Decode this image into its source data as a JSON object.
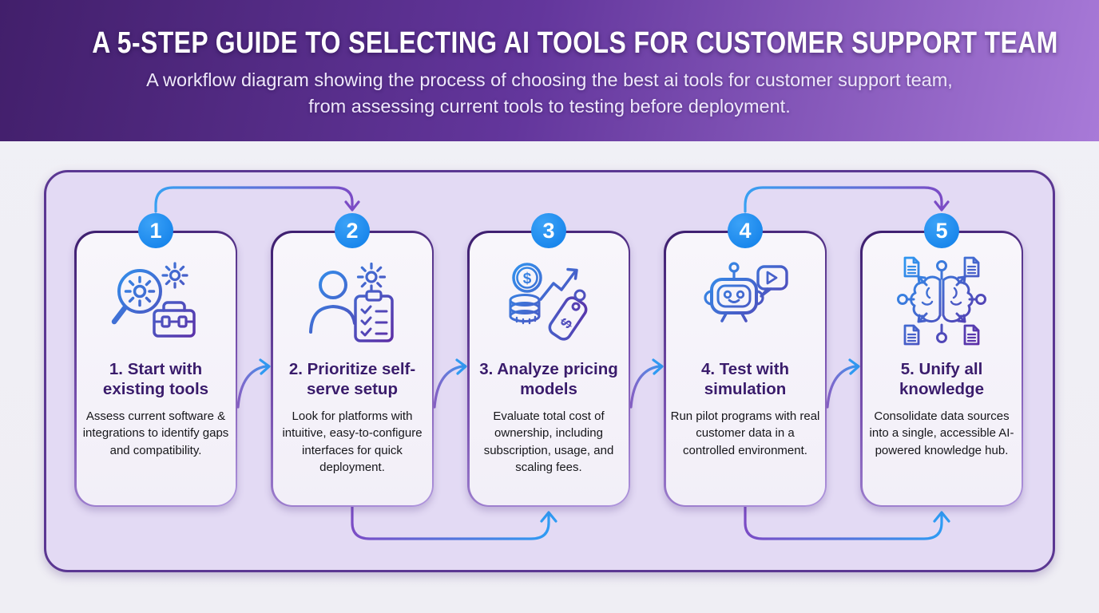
{
  "header": {
    "title": "A 5-STEP GUIDE TO SELECTING AI TOOLS FOR CUSTOMER SUPPORT TEAM",
    "subtitle_line1": "A workflow diagram showing the process of choosing the best ai tools for customer support team,",
    "subtitle_line2": "from assessing current tools to testing before deployment."
  },
  "steps": [
    {
      "number": "1",
      "title": "1. Start with existing tools",
      "description": "Assess current software & integrations to identify gaps and compatibility.",
      "icon": "magnifier-gears-toolbox-icon"
    },
    {
      "number": "2",
      "title": "2. Prioritize self-serve setup",
      "description": "Look for platforms with intuitive, easy-to-configure interfaces for quick deployment.",
      "icon": "person-gear-checklist-icon"
    },
    {
      "number": "3",
      "title": "3. Analyze pricing models",
      "description": "Evaluate total cost of ownership, including subscription, usage, and scaling fees.",
      "icon": "coins-growth-price-tag-icon"
    },
    {
      "number": "4",
      "title": "4. Test with simulation",
      "description": "Run pilot programs with real customer data in a controlled environment.",
      "icon": "robot-chat-icon"
    },
    {
      "number": "5",
      "title": "5. Unify all knowledge",
      "description": "Consolidate data sources into a single, accessible AI-powered knowledge hub.",
      "icon": "brain-knowledge-hub-icon"
    }
  ],
  "colors": {
    "header_gradient_left": "#421f6b",
    "header_gradient_right": "#a87ad8",
    "board_background": "#e3daf4",
    "board_border": "#5b3792",
    "card_background": "#f6f4fa",
    "card_border_dark": "#3c1d6d",
    "card_border_light": "#b096dd",
    "badge_blue": "#1789ef",
    "step_title_purple": "#3a1c6c",
    "body_text": "#16161a",
    "arrow_blue": "#2f9bf3",
    "arrow_purple": "#7b4cc5",
    "page_background": "#f0eff5"
  }
}
